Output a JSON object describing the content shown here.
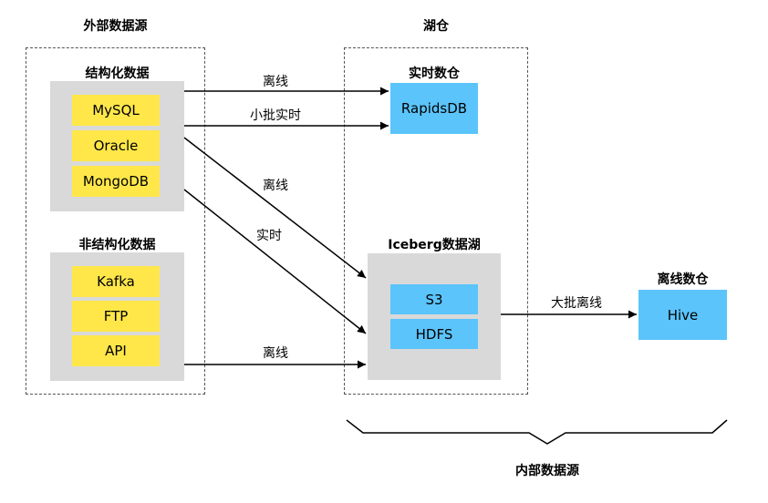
{
  "external": {
    "title": "外部数据源",
    "structured": {
      "title": "结构化数据",
      "items": [
        "MySQL",
        "Oracle",
        "MongoDB"
      ]
    },
    "unstructured": {
      "title": "非结构化数据",
      "items": [
        "Kafka",
        "FTP",
        "API"
      ]
    }
  },
  "lakehouse": {
    "title": "湖仓",
    "realtime_warehouse": {
      "title": "实时数仓",
      "db": "RapidsDB"
    },
    "iceberg": {
      "title": "Iceberg数据湖",
      "items": [
        "S3",
        "HDFS"
      ]
    }
  },
  "offline_warehouse": {
    "title": "离线数仓",
    "db": "Hive"
  },
  "internal_label": "内部数据源",
  "edges": {
    "offline_1": "离线",
    "small_batch_realtime": "小批实时",
    "offline_2": "离线",
    "realtime": "实时",
    "offline_3": "离线",
    "big_batch_offline": "大批离线"
  }
}
